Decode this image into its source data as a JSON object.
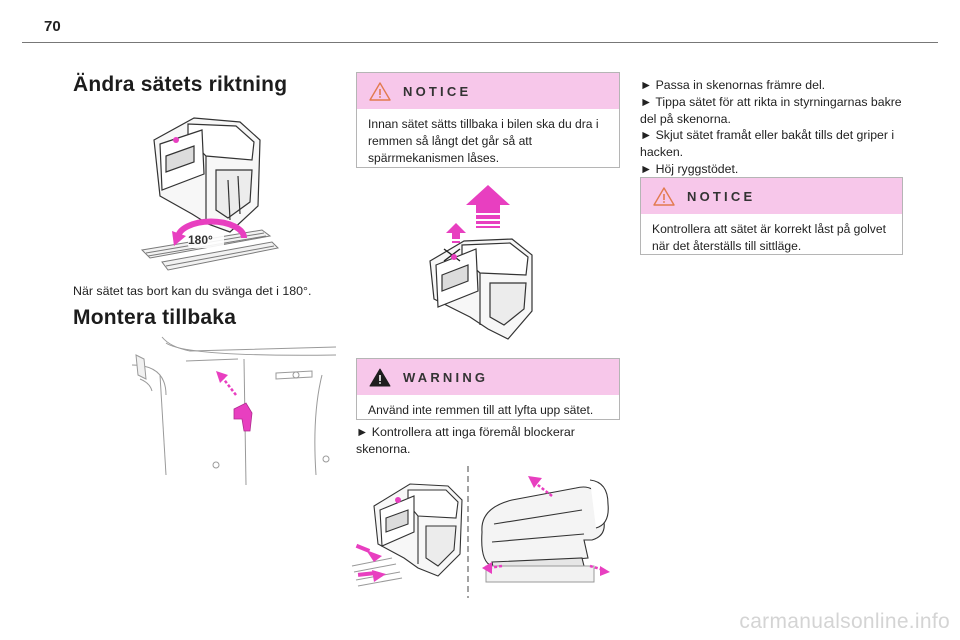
{
  "page_number": "70",
  "left_column": {
    "heading_1": "Ändra sätets riktning",
    "figure_1_label": "180°",
    "paragraph_1": "När sätet tas bort kan du svänga det i 180°.",
    "heading_2": "Montera tillbaka"
  },
  "middle_column": {
    "notice_box": {
      "title": "NOTICE",
      "icon": "warning-outline-icon",
      "text": "Innan sätet sätts tillbaka i bilen ska du dra i remmen så långt det går så att spärrmekanismen låses."
    },
    "warning_box": {
      "title": "WARNING",
      "icon": "warning-filled-icon",
      "text": "Använd inte remmen till att lyfta upp sätet."
    },
    "step_text": "► Kontrollera att inga föremål blockerar skenorna."
  },
  "right_column": {
    "steps": [
      "► Passa in skenornas främre del.",
      "► Tippa sätet för att rikta in styrningarnas bakre del på skenorna.",
      "► Skjut sätet framåt eller bakåt tills det griper i hacken.",
      "► Höj ryggstödet."
    ],
    "notice_box": {
      "title": "NOTICE",
      "icon": "warning-outline-icon",
      "text": "Kontrollera att sätet är korrekt låst på golvet när det återställs till sittläge."
    }
  },
  "footer": {
    "watermark": "carmanualsonline.info"
  },
  "colors": {
    "accent_pink": "#e83fc0",
    "box_header_pink": "#f7c7ea"
  }
}
